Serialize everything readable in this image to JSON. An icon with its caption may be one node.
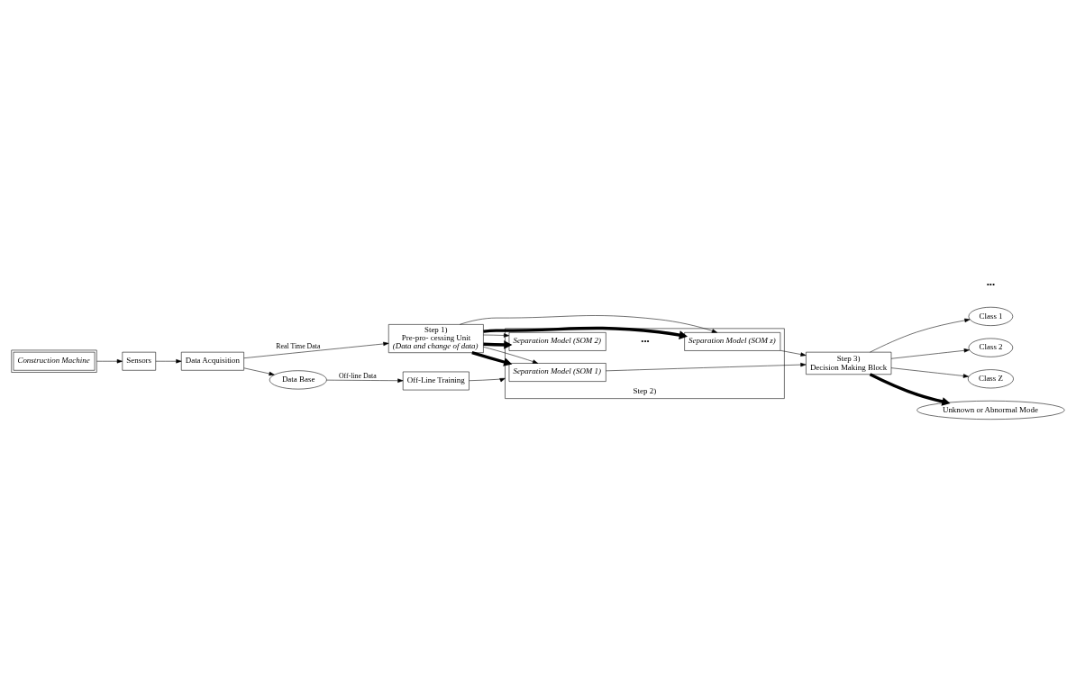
{
  "diagram": {
    "nodes": [
      {
        "text": [
          "Off-Line Training"
        ]
      },
      {
        "text": [
          "Step 1)",
          "Pre-pro- cessing Unit",
          "(Data and change of data)"
        ]
      },
      {
        "text": [
          "Step 2)"
        ]
      },
      {
        "text": [
          "Separation Model (SOM 1)"
        ],
        "in": 2
      },
      {
        "text": [
          "Separation Model (SOM 2)"
        ],
        "in": 2
      },
      {
        "text": [
          "Separation Model (SOM z)"
        ],
        "in": 2
      },
      {
        "text": [
          "Step 3)",
          "Decision Making Block"
        ]
      },
      {
        "text": [
          "Class 1"
        ]
      },
      {
        "text": [
          "Class 2"
        ]
      },
      {
        "text": [
          "Class Z"
        ]
      },
      {
        "text": [
          "Unknown or Abnormal Mode"
        ]
      },
      {
        "text": [
          "Data Base"
        ]
      },
      {
        "text": [
          "Data Acquisition"
        ]
      },
      {
        "text": [
          "Sensors"
        ]
      },
      {
        "text": [
          "Construction Machine"
        ]
      }
    ],
    "edges": [
      {
        "from": 0,
        "to": 2,
        "arrow": "to"
      },
      {
        "from": 1,
        "to": 3,
        "arrow": "to",
        "style": "thick"
      },
      {
        "from": 1,
        "to": 4,
        "arrow": "to",
        "style": "thick"
      },
      {
        "from": 1,
        "to": 5,
        "arrow": "to",
        "style": "thick"
      },
      {
        "from": 1,
        "to": 3,
        "arrow": "to"
      },
      {
        "from": 1,
        "to": 4,
        "arrow": "to"
      },
      {
        "from": 1,
        "to": 5,
        "arrow": "to"
      },
      {
        "from": 3,
        "to": 6,
        "arrow": "to"
      },
      {
        "from": 5,
        "to": 6,
        "arrow": "to"
      },
      {
        "from": 6,
        "to": 7,
        "arrow": "to"
      },
      {
        "from": 6,
        "to": 8,
        "arrow": "to"
      },
      {
        "from": 6,
        "to": 9,
        "arrow": "to"
      },
      {
        "from": 6,
        "to": 10,
        "arrow": "to",
        "style": "thick"
      },
      {
        "from": 14,
        "to": 13,
        "arrow": "to"
      },
      {
        "from": 13,
        "to": 12,
        "arrow": "to"
      },
      {
        "from": 12,
        "to": 11,
        "arrow": "to"
      },
      {
        "from": 12,
        "to": 1,
        "arrow": "to",
        "label": "Real Time Data"
      },
      {
        "from": 11,
        "to": 0,
        "arrow": "to",
        "label": "Off-line Data"
      }
    ],
    "labels": [
      "•••",
      "•••"
    ]
  }
}
